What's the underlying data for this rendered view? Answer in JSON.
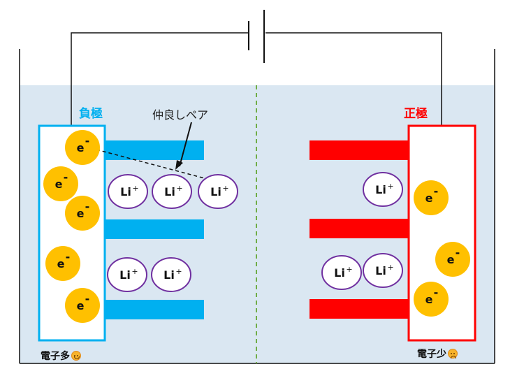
{
  "negative_electrode": {
    "label": "負極",
    "caption": "電子多",
    "color": "#00b0f0"
  },
  "positive_electrode": {
    "label": "正極",
    "caption": "電子少",
    "color": "#ff0000"
  },
  "annotation": {
    "text": "仲良しペア"
  },
  "electron": {
    "symbol": "e",
    "charge": "-"
  },
  "lithium_ion": {
    "symbol": "Li",
    "charge": "+"
  },
  "emoji": {
    "happy": "smiling-face-icon",
    "sad": "sad-face-icon"
  },
  "colors": {
    "electrolyte": "#dae7f2",
    "electron_fill": "#ffc000",
    "ion_border": "#7030a0",
    "separator": "#70ad47",
    "negative": "#00b0f0",
    "positive": "#ff0000"
  }
}
